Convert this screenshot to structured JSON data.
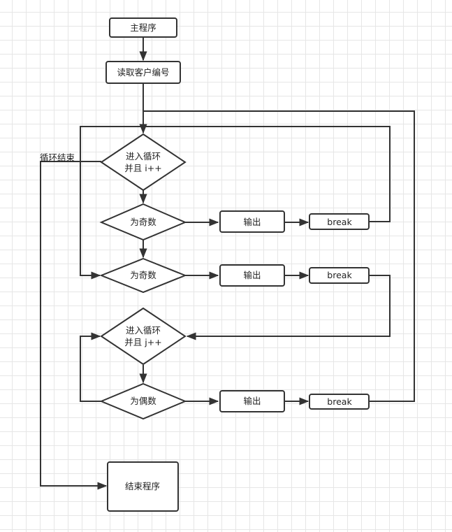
{
  "nodes": {
    "main": "主程序",
    "read_id": "读取客户编号",
    "loop_i_line1": "进入循环",
    "loop_i_line2": "并且 i++",
    "odd_1": "为奇数",
    "out_1": "输出",
    "break_1": "break",
    "odd_2": "为奇数",
    "out_2": "输出",
    "break_2": "break",
    "loop_j_line1": "进入循环",
    "loop_j_line2": "并且 j++",
    "even": "为偶数",
    "out_3": "输出",
    "break_3": "break",
    "end": "结束程序"
  },
  "edge_labels": {
    "loop_end": "循环结束"
  },
  "colors": {
    "stroke": "#333333",
    "fill": "#ffffff",
    "grid": "#e6e6e6"
  }
}
